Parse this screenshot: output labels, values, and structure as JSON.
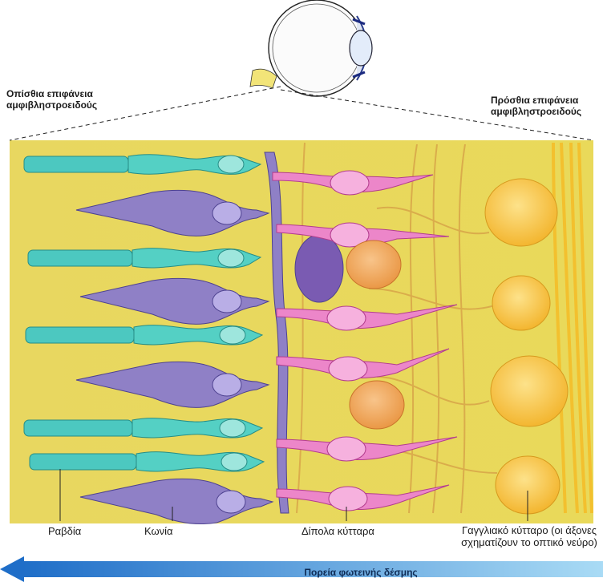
{
  "labels": {
    "back_surface": [
      "Οπίσθια επιφάνεια",
      "αμφιβληστροειδούς"
    ],
    "front_surface": [
      "Πρόσθια επιφάνεια",
      "αμφιβληστροειδούς"
    ],
    "rod": "Ραβδία",
    "cone": "Κωνία",
    "bipolar": "Δίπολα κύτταρα",
    "ganglion": [
      "Γαγγλιακό κύτταρο (οι άξονες",
      "σχηματίζουν το οπτικό νεύρο)"
    ],
    "light_path": "Πορεία φωτεινής δέσμης"
  },
  "colors": {
    "background": "#e7d75a",
    "rod": "#46c8bf",
    "cone": "#8f7fc4",
    "bipolar": "#e77fc4",
    "ganglion": "#f7c23a",
    "amacrine": "#f0a45a",
    "arrow": "#2f7fd0"
  }
}
